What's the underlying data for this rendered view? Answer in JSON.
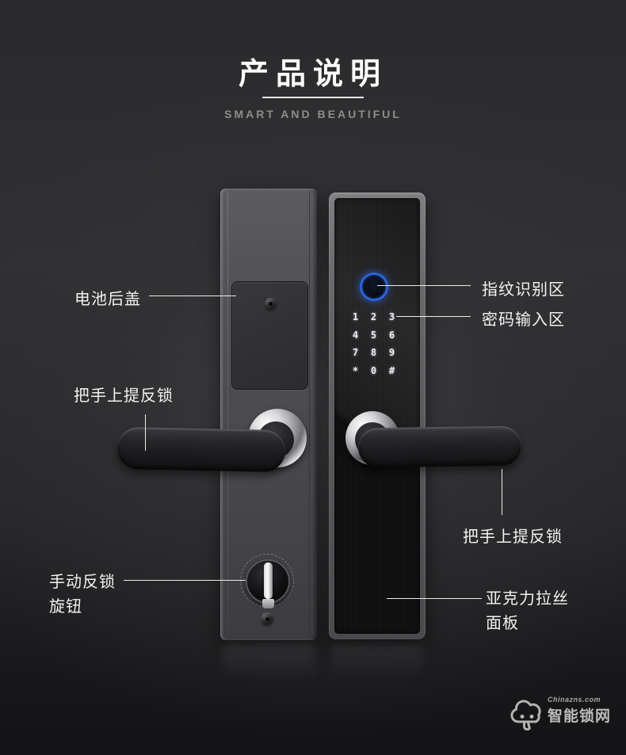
{
  "header": {
    "title": "产品说明",
    "subtitle": "SMART AND BEAUTIFUL"
  },
  "labels": {
    "battery_cover": "电池后盖",
    "lift_handle_left": "把手上提反锁",
    "fingerprint_area": "指纹识别区",
    "password_area": "密码输入区",
    "lift_handle_right": "把手上提反锁",
    "acrylic_line1": "亚克力拉丝",
    "acrylic_line2": "面板",
    "knob_line1": "手动反锁",
    "knob_line2": "旋钮"
  },
  "keypad": {
    "keys": [
      "1",
      "2",
      "3",
      "4",
      "5",
      "6",
      "7",
      "8",
      "9",
      "*",
      "0",
      "#"
    ]
  },
  "logo": {
    "site": "Chinazns.com",
    "name": "智能锁网"
  },
  "colors": {
    "fingerprint_ring": "#2e62d6",
    "label_text": "#f2f2f2",
    "subtitle_gray": "#8d8d8d",
    "background": "#2a2a2c"
  }
}
